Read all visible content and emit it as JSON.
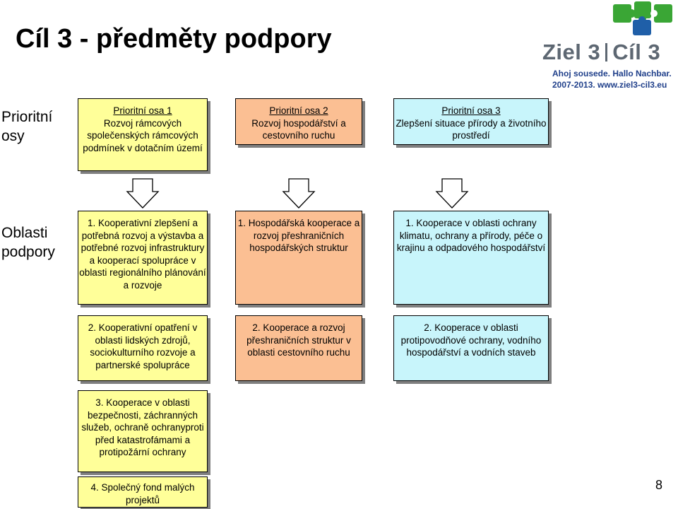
{
  "slide": {
    "title": "Cíl 3 - předměty podpory",
    "page_number": "8"
  },
  "logo": {
    "brand_left": "Ziel 3",
    "brand_right": "Cíl 3",
    "tagline": "Ahoj sousede. Hallo Nachbar.",
    "period_url": "2007-2013. www.ziel3-cil3.eu",
    "colors": {
      "green": "#3aa635",
      "blue": "#1f5fa8",
      "grey": "#5d6772"
    }
  },
  "rows": {
    "priority_axes": "Prioritní osy",
    "support_areas": "Oblasti podpory"
  },
  "axes": [
    {
      "heading": "Prioritní osa 1",
      "text": "Rozvoj rámcových společenských rámcových podmínek v dotačním území",
      "color": "#ffff99"
    },
    {
      "heading": "Prioritní osa 2",
      "text": "Rozvoj hospodářství a cestovního ruchu",
      "color": "#fbbf93"
    },
    {
      "heading": "Prioritní osa 3",
      "text": "Zlepšení situace přírody a životního prostředí",
      "color": "#c8f5fb"
    }
  ],
  "areas": {
    "axis1": [
      "1. Kooperativní zlepšení a potřebná rozvoj a výstavba a potřebné rozvoj infrastruktury a kooperací spolupráce v oblasti regionálního plánování a rozvoje",
      "2. Kooperativní opatření v oblasti lidských zdrojů, sociokulturního rozvoje a partnerské spolupráce",
      "3. Kooperace v oblasti bezpečnosti, záchranných služeb, ochraně ochranyproti před katastrofámami a protipožární ochrany",
      "4. Společný fond malých projektů"
    ],
    "axis2": [
      "1. Hospodářská kooperace a rozvoj přeshraničních hospodářských struktur",
      "2. Kooperace a rozvoj přeshraničních struktur v oblasti cestovního ruchu"
    ],
    "axis3": [
      "1. Kooperace v oblasti ochrany klimatu, ochrany a přírody, péče o krajinu a odpadového hospodářství",
      "2. Kooperace v oblasti protipovodňové ochrany, vodního hospodářství a vodních staveb"
    ]
  }
}
